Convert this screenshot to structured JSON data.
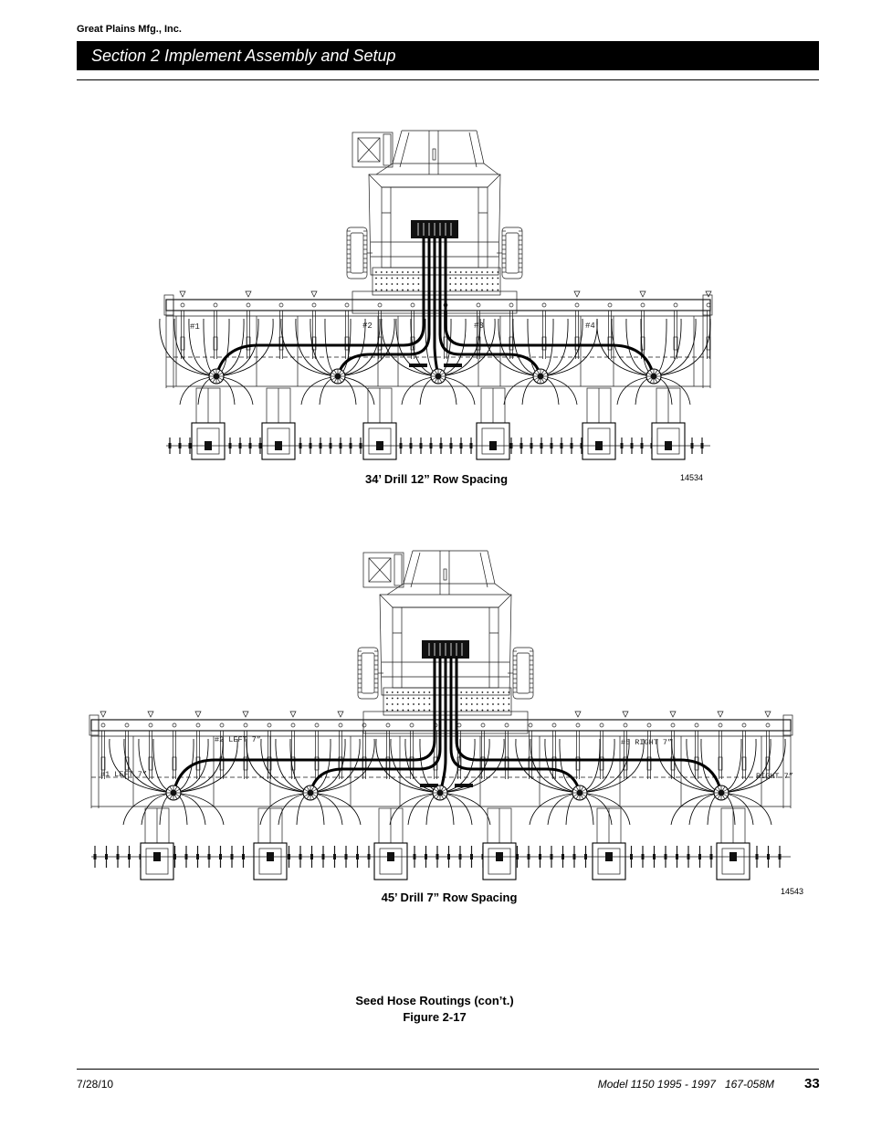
{
  "header": {
    "company": "Great Plains Mfg., Inc.",
    "section_title": "Section 2 Implement Assembly and Setup"
  },
  "figures": [
    {
      "caption": "34’ Drill 12” Row Spacing",
      "drawing_number": "14534",
      "section_labels": [
        "#1",
        "#2",
        "#3",
        "#4"
      ]
    },
    {
      "caption": "45’ Drill 7” Row Spacing",
      "drawing_number": "14543",
      "section_labels": [
        "#1 LEFT 7”",
        "#2 LEFT 7”",
        "#5 RIGHT 7”",
        "RIGHT 7”"
      ]
    }
  ],
  "figure_caption": {
    "title": "Seed Hose Routings (con’t.)",
    "number": "Figure 2-17"
  },
  "footer": {
    "date": "7/28/10",
    "model": "Model 1150 1995 - 1997   167-058M",
    "page_number": "33"
  }
}
